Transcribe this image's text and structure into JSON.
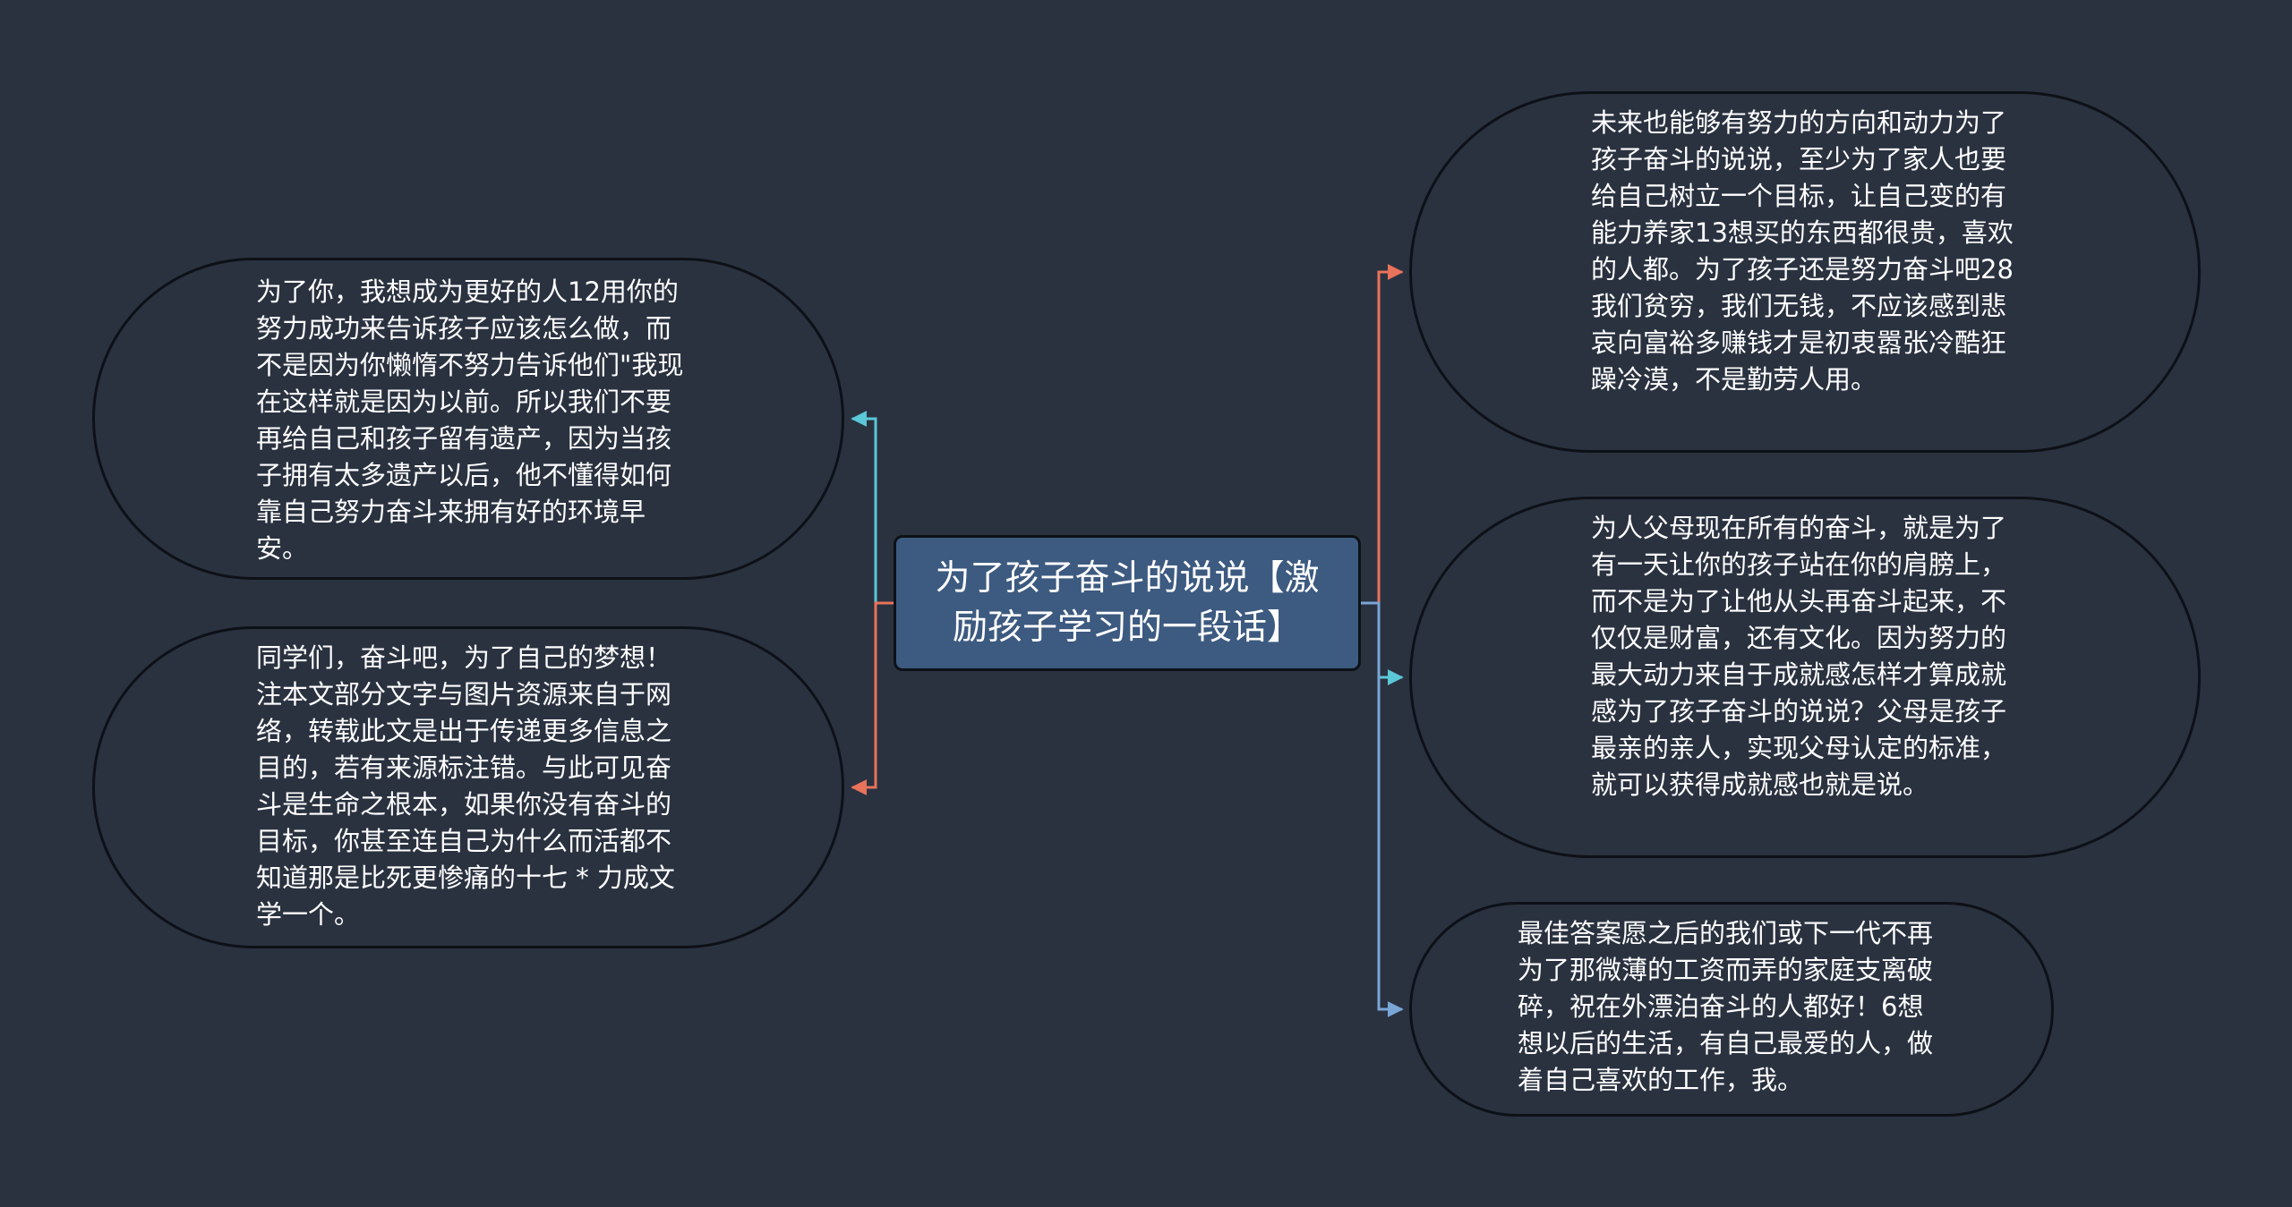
{
  "colors": {
    "background": "#2a3240",
    "center_fill": "#3d5a80",
    "node_border": "#0d1117",
    "text": "#ffffff",
    "link_cyan": "#5bc8d8",
    "link_orange": "#e8735a",
    "link_blue": "#7aa6d6"
  },
  "center": {
    "title": "为了孩子奋斗的说说【激励孩子学习的一段话】"
  },
  "nodes": [
    {
      "id": "l1",
      "link_color": "link_cyan",
      "text": "为了你，我想成为更好的人12用你的努力成功来告诉孩子应该怎么做，而不是因为你懒惰不努力告诉他们\"我现在这样就是因为以前。所以我们不要再给自己和孩子留有遗产，因为当孩子拥有太多遗产以后，他不懂得如何靠自己努力奋斗来拥有好的环境早安。"
    },
    {
      "id": "l2",
      "link_color": "link_orange",
      "text": "同学们，奋斗吧，为了自己的梦想！注本文部分文字与图片资源来自于网络，转载此文是出于传递更多信息之目的，若有来源标注错。与此可见奋斗是生命之根本，如果你没有奋斗的目标，你甚至连自己为什么而活都不知道那是比死更惨痛的十七 * 力成文学一个。"
    },
    {
      "id": "r1",
      "link_color": "link_orange",
      "text": "未来也能够有努力的方向和动力为了孩子奋斗的说说，至少为了家人也要给自己树立一个目标，让自己变的有能力养家13想买的东西都很贵，喜欢的人都。为了孩子还是努力奋斗吧28我们贫穷，我们无钱，不应该感到悲哀向富裕多赚钱才是初衷嚣张冷酷狂躁冷漠，不是勤劳人用。"
    },
    {
      "id": "r2",
      "link_color": "link_cyan",
      "text": "为人父母现在所有的奋斗，就是为了有一天让你的孩子站在你的肩膀上，而不是为了让他从头再奋斗起来，不仅仅是财富，还有文化。因为努力的最大动力来自于成就感怎样才算成就感为了孩子奋斗的说说？父母是孩子最亲的亲人，实现父母认定的标准，就可以获得成就感也就是说。"
    },
    {
      "id": "r3",
      "link_color": "link_blue",
      "text": "最佳答案愿之后的我们或下一代不再为了那微薄的工资而弄的家庭支离破碎，祝在外漂泊奋斗的人都好！6想想以后的生活，有自己最爱的人，做着自己喜欢的工作，我。"
    }
  ]
}
